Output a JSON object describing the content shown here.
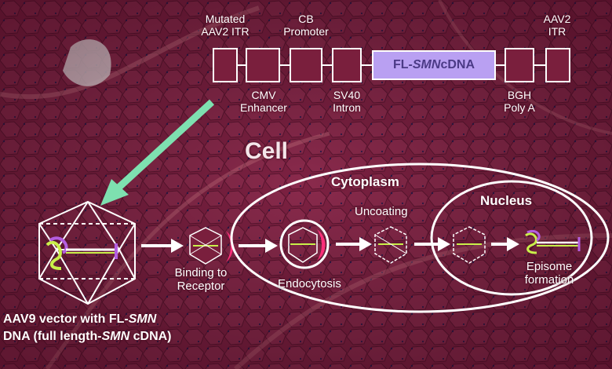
{
  "construct": {
    "top_labels": {
      "mutated_itr_line1": "Mutated",
      "mutated_itr_line2": "AAV2 ITR",
      "cb_line1": "CB",
      "cb_line2": "Promoter",
      "aav2_itr_line1": "AAV2",
      "aav2_itr_line2": "ITR"
    },
    "bottom_labels": {
      "cmv_line1": "CMV",
      "cmv_line2": "Enhancer",
      "sv40_line1": "SV40",
      "sv40_line2": "Intron",
      "bgh_line1": "BGH",
      "bgh_line2": "Poly A"
    },
    "cdna": {
      "prefix": "FL-",
      "gene": "SMN",
      "suffix": " cDNA"
    }
  },
  "cell": {
    "title": "Cell",
    "cytoplasm": "Cytoplasm",
    "nucleus": "Nucleus",
    "uncoating": "Uncoating",
    "endocytosis": "Endocytosis",
    "episome_line1": "Episome",
    "episome_line2": "formation"
  },
  "binding": {
    "line1": "Binding to",
    "line2": "Receptor"
  },
  "caption": {
    "line1_prefix": "AAV9 vector with FL-",
    "line1_gene": "SMN",
    "line2_prefix": "DNA (full length-",
    "line2_gene": "SMN",
    "line2_suffix": " cDNA)"
  },
  "colors": {
    "background": "#7a1f3d",
    "arrow_green": "#7ee0b0",
    "cdna_fill": "#b9a0f2",
    "cdna_text": "#4b3a86",
    "outline": "#ffffff"
  }
}
